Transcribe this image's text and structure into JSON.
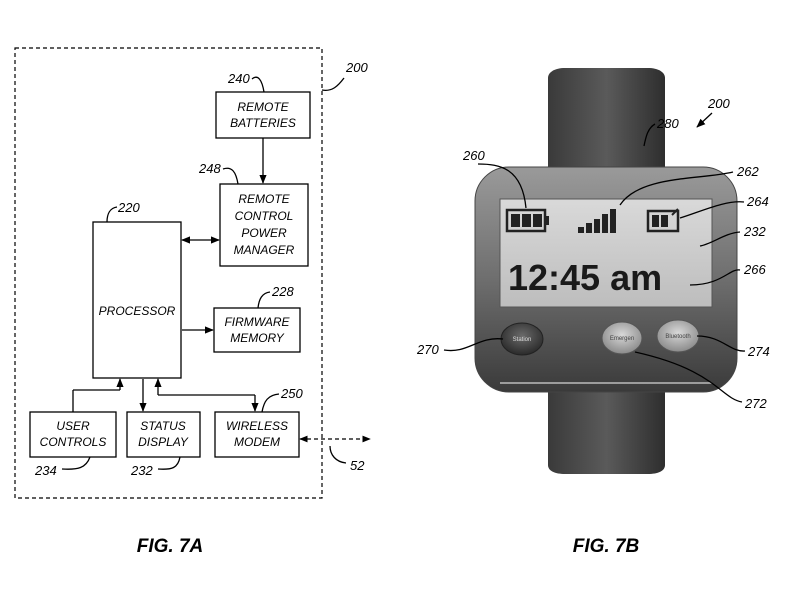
{
  "fig_a": {
    "caption": "FIG. 7A",
    "ref_system": "200",
    "blocks": {
      "batteries": {
        "line1": "REMOTE",
        "line2": "BATTERIES",
        "ref": "240"
      },
      "power": {
        "line1": "REMOTE",
        "line2": "CONTROL",
        "line3": "POWER",
        "line4": "MANAGER",
        "ref": "248"
      },
      "processor": {
        "line1": "PROCESSOR",
        "ref": "220"
      },
      "firmware": {
        "line1": "FIRMWARE",
        "line2": "MEMORY",
        "ref": "228"
      },
      "user_controls": {
        "line1": "USER",
        "line2": "CONTROLS",
        "ref": "234"
      },
      "status_display": {
        "line1": "STATUS",
        "line2": "DISPLAY",
        "ref": "232"
      },
      "modem": {
        "line1": "WIRELESS",
        "line2": "MODEM",
        "ref": "250"
      }
    },
    "ref_link": "52"
  },
  "fig_b": {
    "caption": "FIG. 7B",
    "ref_device": "200",
    "time": "12:45 am",
    "buttons": [
      "Station",
      "Emergen",
      "Bluetooth"
    ],
    "refs": {
      "strap": "280",
      "battery_icon": "260",
      "signal_icon": "262",
      "remote_battery_icon": "264",
      "display": "232",
      "time": "266",
      "left_button": "270",
      "center_button": "272",
      "right_button": "274"
    }
  }
}
